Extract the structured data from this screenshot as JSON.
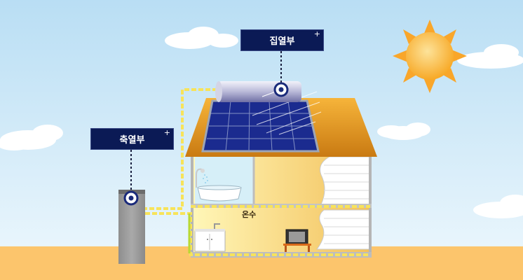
{
  "labels": {
    "collector": "집열부",
    "storage": "축열부",
    "hot_water": "온수",
    "expand_symbol": "+"
  },
  "colors": {
    "sky": "#cde7f6",
    "ground": "#fcc56c",
    "label_bg": "#0b1a55",
    "pipe": "#f7e35a",
    "roof": "#f2a82a",
    "sun": "#fbbf3b"
  },
  "icons": {
    "sun": "sun-icon",
    "marker": "target-marker-icon",
    "expand": "plus-icon"
  }
}
